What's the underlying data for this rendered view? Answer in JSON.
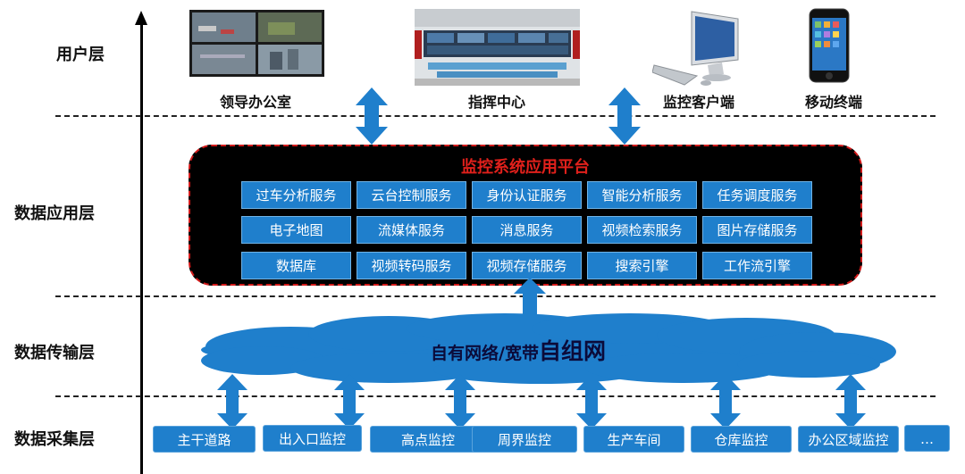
{
  "layers": {
    "user": "用户层",
    "application": "数据应用层",
    "transmission": "数据传输层",
    "collection": "数据采集层"
  },
  "user_terminals": [
    {
      "label": "领导办公室",
      "icon": "video-wall-icon"
    },
    {
      "label": "指挥中心",
      "icon": "command-center-icon"
    },
    {
      "label": "监控客户端",
      "icon": "desktop-computer-icon"
    },
    {
      "label": "移动终端",
      "icon": "mobile-phone-icon"
    }
  ],
  "platform": {
    "title": "监控系统应用平台",
    "services": [
      [
        "过车分析服务",
        "云台控制服务",
        "身份认证服务",
        "智能分析服务",
        "任务调度服务"
      ],
      [
        "电子地图",
        "流媒体服务",
        "消息服务",
        "视频检索服务",
        "图片存储服务"
      ],
      [
        "数据库",
        "视频转码服务",
        "视频存储服务",
        "搜索引擎",
        "工作流引擎"
      ]
    ]
  },
  "network": {
    "text_a": "自有网络/宽带",
    "text_b": "自组网"
  },
  "sources": [
    "主干道路",
    "出入口监控",
    "高点监控",
    "周界监控",
    "生产车间",
    "仓库监控",
    "办公区域监控",
    "…"
  ],
  "colors": {
    "service_blue": "#1f7fcc",
    "cloud_blue": "#1f7fcc",
    "platform_title_red": "#e0201b",
    "platform_bg": "#000000"
  }
}
